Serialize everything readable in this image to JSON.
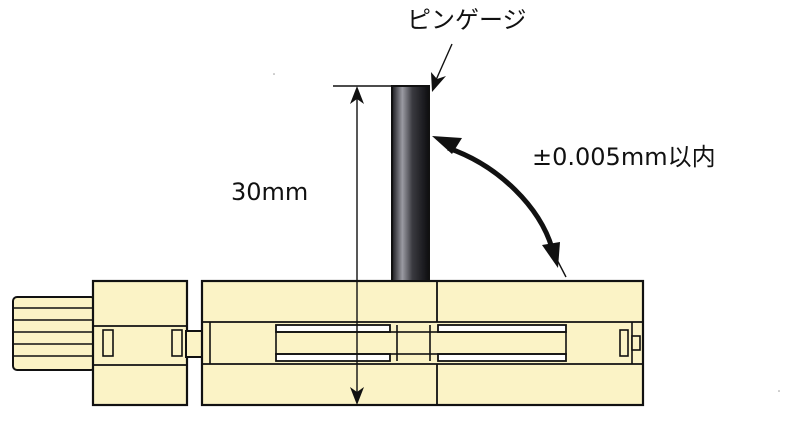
{
  "labels": {
    "pin_gauge": "ピンゲージ",
    "height": "30mm",
    "tolerance": "±0.005mm以内"
  },
  "colors": {
    "block_fill": "#FBF3C6",
    "outline": "#111111",
    "pin_light": "#9a9aa2",
    "pin_dark": "#1a1a1e",
    "background": "#ffffff"
  }
}
